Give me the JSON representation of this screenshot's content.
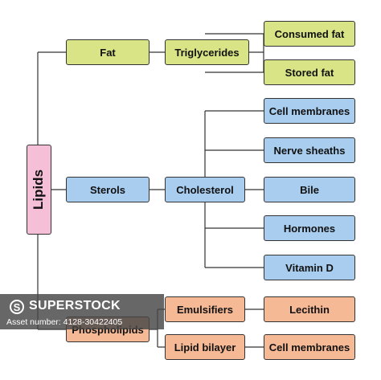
{
  "root": {
    "label": "Lipids"
  },
  "branches": {
    "fat": {
      "label": "Fat",
      "child": {
        "label": "Triglycerides",
        "leaves": [
          "Consumed fat",
          "Stored fat"
        ]
      }
    },
    "sterols": {
      "label": "Sterols",
      "child": {
        "label": "Cholesterol",
        "leaves": [
          "Cell membranes",
          "Nerve sheaths",
          "Bile",
          "Hormones",
          "Vitamin D"
        ]
      }
    },
    "phospholipids": {
      "label": "Phospholipids",
      "children": [
        {
          "label": "Emulsifiers",
          "leaf": "Lecithin"
        },
        {
          "label": "Lipid bilayer",
          "leaf": "Cell membranes"
        }
      ]
    }
  },
  "colors": {
    "fat": "#d8e486",
    "sterols": "#a9cdef",
    "phospholipids": "#f6b995",
    "root": "#f4bfd7",
    "lines": "#333333"
  },
  "watermark": {
    "brand": "SUPERSTOCK",
    "asset": "Asset number: 4128-30422405"
  }
}
